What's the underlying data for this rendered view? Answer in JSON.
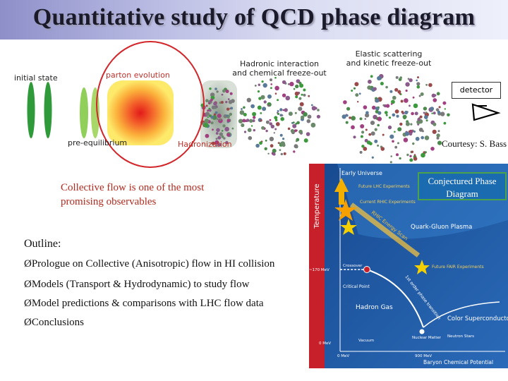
{
  "title": "Quantitative study of QCD phase diagram",
  "stages": {
    "initial_state": "initial state",
    "parton_evolution": "parton evolution",
    "pre_equilibrium": "pre-equilibrium",
    "hadronization": "Hadronization",
    "hadronic_interaction": "Hadronic interaction\nand chemical freeze-out",
    "elastic_scattering": "Elastic scattering\nand kinetic freeze-out",
    "detector": "detector"
  },
  "courtesy": "Courtesy: S. Bass",
  "collective_flow": "Collective flow is one of the most  promising  observables",
  "outline": {
    "heading": "Outline:",
    "items": [
      "ØPrologue on Collective (Anisotropic) flow in HI collision",
      "ØModels (Transport & Hydrodynamic) to study flow",
      "ØModel predictions & comparisons with LHC flow data",
      "ØConclusions"
    ]
  },
  "phase_diagram": {
    "tag": "Conjectured Phase Diagram",
    "y_axis": "Temperature",
    "x_axis": "Baryon Chemical Potential",
    "labels": {
      "early_universe": "Early Universe",
      "future_lhc": "Future LHC Experiments",
      "current_rhic": "Current RHIC Experiments",
      "energy_scan": "RHIC Energy Scan",
      "qgp": "Quark-Gluon Plasma",
      "future_fair": "Future FAIR Experiments",
      "crossover": "Crossover",
      "first_order": "1st order phase transition",
      "critical_point": "Critical Point",
      "hadron_gas": "Hadron Gas",
      "color_sc": "Color Superconductor",
      "nuclear_matter": "Nuclear Matter",
      "neutron_stars": "Neutron Stars",
      "vacuum": "Vacuum",
      "t170": "~170 MeV",
      "t0": "0 MeV",
      "mu0": "0 MeV",
      "mu900": "900 MeV"
    },
    "colors": {
      "background": "#1e5aa8",
      "qgp": "#2d78c8",
      "line": "#f2f2f2"
    }
  }
}
